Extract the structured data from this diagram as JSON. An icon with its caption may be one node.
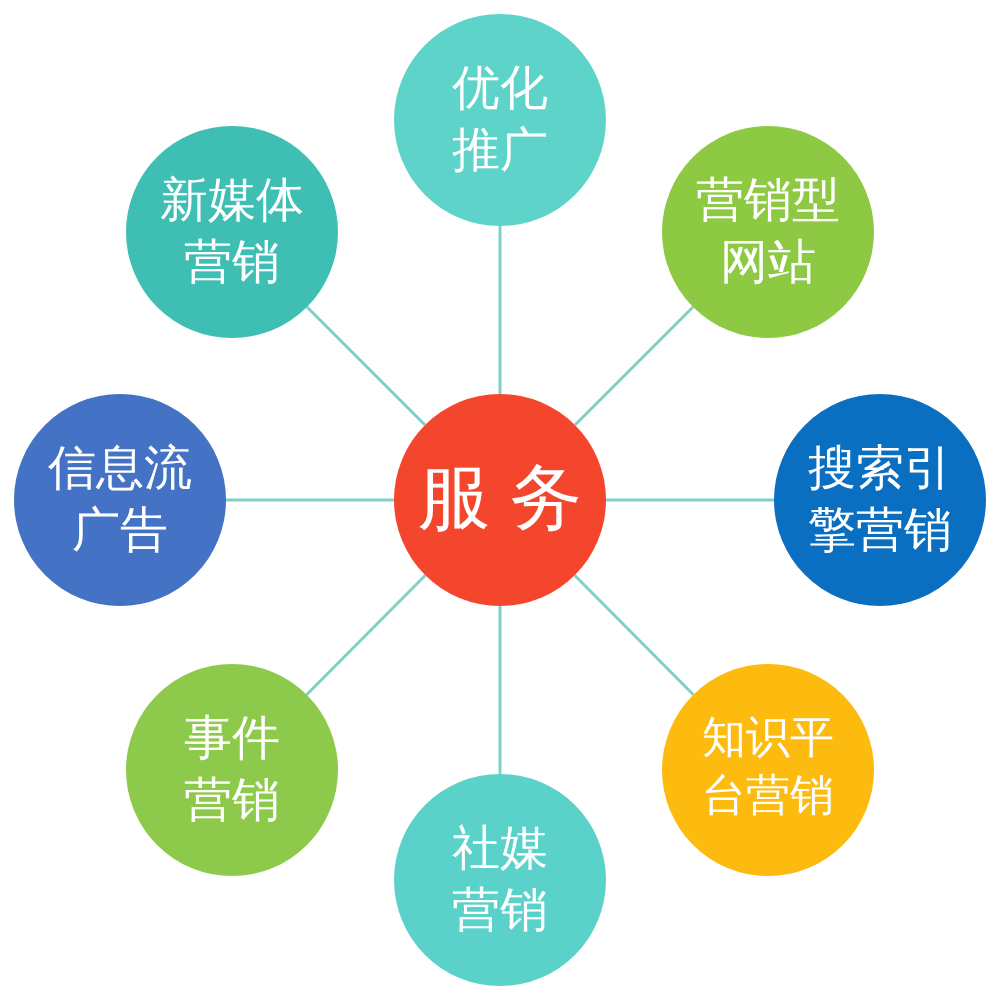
{
  "diagram": {
    "nodes": [
      {
        "text": [
          "优化推广"
        ]
      },
      {
        "text": [
          "新媒体营销"
        ]
      },
      {
        "text": [
          "营销型网站"
        ]
      },
      {
        "text": [
          "信息流广告"
        ]
      },
      {
        "text": [
          "服务"
        ]
      },
      {
        "text": [
          "搜索引擎营销"
        ]
      },
      {
        "text": [
          "事件营销"
        ]
      },
      {
        "text": [
          "知识平台营销"
        ]
      },
      {
        "text": [
          "社媒营销"
        ]
      }
    ],
    "edges": [
      {
        "from": 4,
        "to": 0,
        "arrow": "none"
      },
      {
        "from": 4,
        "to": 1,
        "arrow": "none"
      },
      {
        "from": 4,
        "to": 2,
        "arrow": "none"
      },
      {
        "from": 4,
        "to": 3,
        "arrow": "none"
      },
      {
        "from": 4,
        "to": 5,
        "arrow": "none"
      },
      {
        "from": 4,
        "to": 6,
        "arrow": "none"
      },
      {
        "from": 4,
        "to": 7,
        "arrow": "none"
      },
      {
        "from": 4,
        "to": 8,
        "arrow": "none"
      }
    ]
  }
}
